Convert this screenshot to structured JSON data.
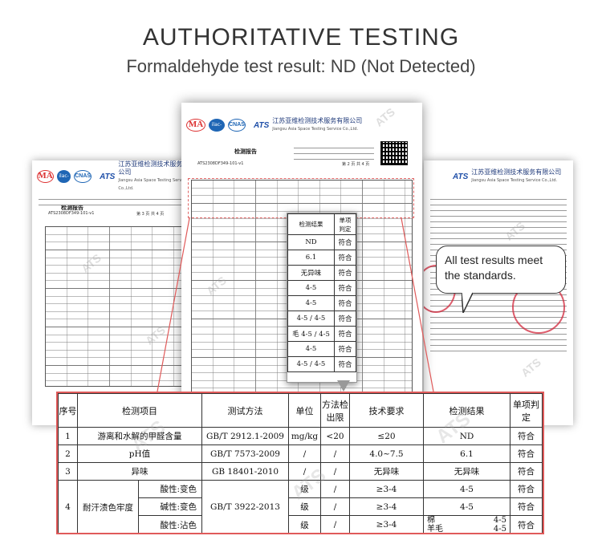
{
  "header": {
    "title": "AUTHORITATIVE TESTING",
    "subtitle": "Formaldehyde test result: ND (Not Detected)"
  },
  "lab": {
    "ma": "MA",
    "ilac": "ilac-MRA",
    "cnas": "CNAS",
    "ats": "ATS",
    "name_cn": "江苏亚维检测技术服务有限公司",
    "name_en": "Jiangsu Asia Space Testing Service Co.,Ltd.",
    "report_title": "检测报告",
    "report_no": "ATS2308DF349-101-v1",
    "page_center": "第 2 页 共 4 页",
    "page_left": "第 3 页 共 4 页"
  },
  "watermark": "ATS",
  "popup": {
    "header_result": "检测结果",
    "header_judge": "单项判定",
    "rows": [
      {
        "result": "ND",
        "judge": "符合"
      },
      {
        "result": "6.1",
        "judge": "符合"
      },
      {
        "result": "无异味",
        "judge": "符合"
      },
      {
        "result": "4-5",
        "judge": "符合"
      },
      {
        "result": "4-5",
        "judge": "符合"
      },
      {
        "result": "4-5 / 4-5",
        "judge": "符合"
      },
      {
        "result": "毛 4-5 / 4-5",
        "judge": "符合"
      },
      {
        "result": "4-5",
        "judge": "符合"
      },
      {
        "result": "4-5 / 4-5",
        "judge": "符合"
      }
    ]
  },
  "bubble": {
    "text": "All test results meet the standards."
  },
  "table": {
    "headers": {
      "no": "序号",
      "item": "检测项目",
      "method": "测试方法",
      "unit": "单位",
      "limit": "方法检出限",
      "requirement": "技术要求",
      "result": "检测结果",
      "judgement": "单项判定"
    },
    "rows": [
      {
        "no": "1",
        "item": "游离和水解的甲醛含量",
        "method": "GB/T 2912.1-2009",
        "unit": "mg/kg",
        "limit": "<20",
        "requirement": "≤20",
        "result": "ND",
        "judgement": "符合"
      },
      {
        "no": "2",
        "item": "pH值",
        "method": "GB/T 7573-2009",
        "unit": "/",
        "limit": "/",
        "requirement": "4.0~7.5",
        "result": "6.1",
        "judgement": "符合"
      },
      {
        "no": "3",
        "item": "异味",
        "method": "GB 18401-2010",
        "unit": "/",
        "limit": "/",
        "requirement": "无异味",
        "result": "无异味",
        "judgement": "符合"
      }
    ],
    "group": {
      "no": "4",
      "item": "耐汗渍色牢度",
      "method": "GB/T 3922-2013",
      "subrows": [
        {
          "sub": "酸性:变色",
          "unit": "级",
          "limit": "/",
          "requirement": "≥3-4",
          "result": "4-5",
          "judgement": "符合"
        },
        {
          "sub": "碱性:变色",
          "unit": "级",
          "limit": "/",
          "requirement": "≥3-4",
          "result": "4-5",
          "judgement": "符合"
        },
        {
          "sub": "酸性:沾色",
          "unit": "级",
          "limit": "/",
          "requirement": "≥3-4",
          "result_left_1": "棉",
          "result_left_2": "羊毛",
          "result_right_1": "4-5",
          "result_right_2": "4-5",
          "judgement": "符合"
        }
      ]
    }
  }
}
